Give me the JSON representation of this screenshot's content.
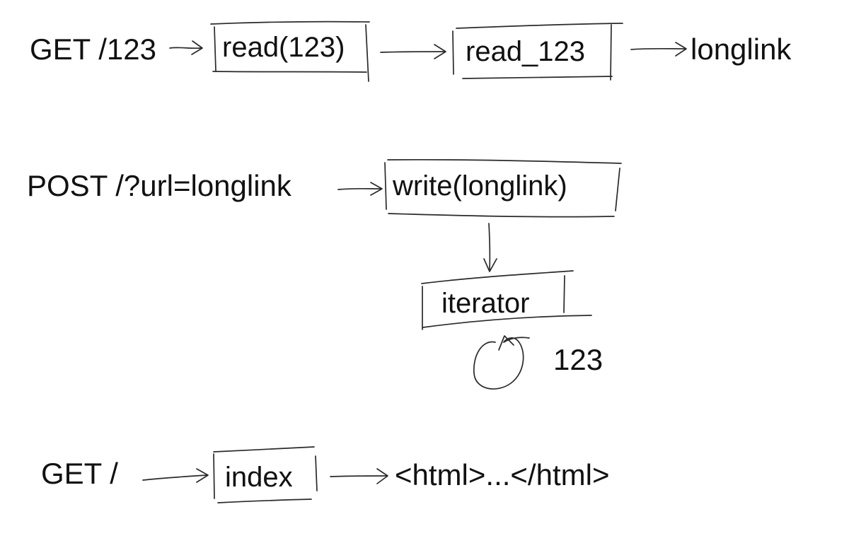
{
  "flows": [
    {
      "request": "GET /123",
      "steps": [
        "read(123)",
        "read_123"
      ],
      "result": "longlink"
    },
    {
      "request": "POST /?url=longlink",
      "steps": [
        "write(longlink)",
        "iterator"
      ],
      "loop_label": "123"
    },
    {
      "request": "GET /",
      "steps": [
        "index"
      ],
      "result": "<html>...</html>"
    }
  ]
}
